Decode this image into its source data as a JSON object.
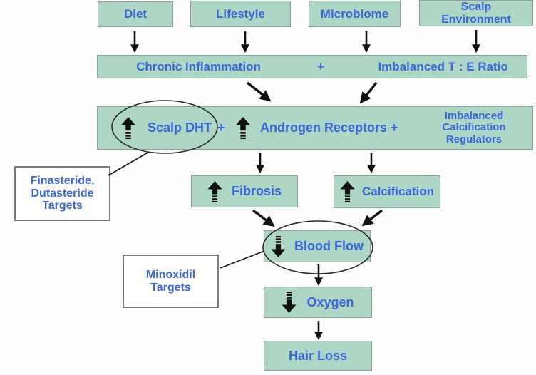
{
  "colors": {
    "box_fill": "#aed6c4",
    "box_border": "#8f9f97",
    "label_blue": "#3b66dd",
    "annotation_border": "#7d7d7d",
    "arrow_black": "#111111",
    "canvas_bg": "#fefefe"
  },
  "boxes": {
    "diet": "Diet",
    "lifestyle": "Lifestyle",
    "microbiome": "Microbiome",
    "scalp_environment": "Scalp\nEnvironment",
    "inflammation_left": "Chronic Inflammation",
    "inflammation_plus": "+",
    "inflammation_right": "Imbalanced T : E Ratio",
    "scalp_dht": "Scalp DHT",
    "dht_plus": "+",
    "androgen_receptors": "Androgen Receptors +",
    "calcification_regulators": "Imbalanced\nCalcification\nRegulators",
    "fibrosis": "Fibrosis",
    "calcification": "Calcification",
    "blood_flow": "Blood Flow",
    "oxygen": "Oxygen",
    "hair_loss": "Hair Loss"
  },
  "annotations": {
    "finasteride": "Finasteride,\nDutasteride\nTargets",
    "minoxidil": "Minoxidil\nTargets"
  }
}
